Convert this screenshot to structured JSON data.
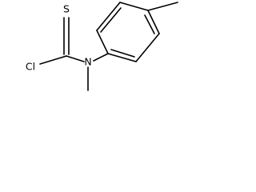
{
  "molecule": {
    "atoms": {
      "sulfur": "S",
      "chlorine": "Cl",
      "nitrogen": "N"
    }
  }
}
